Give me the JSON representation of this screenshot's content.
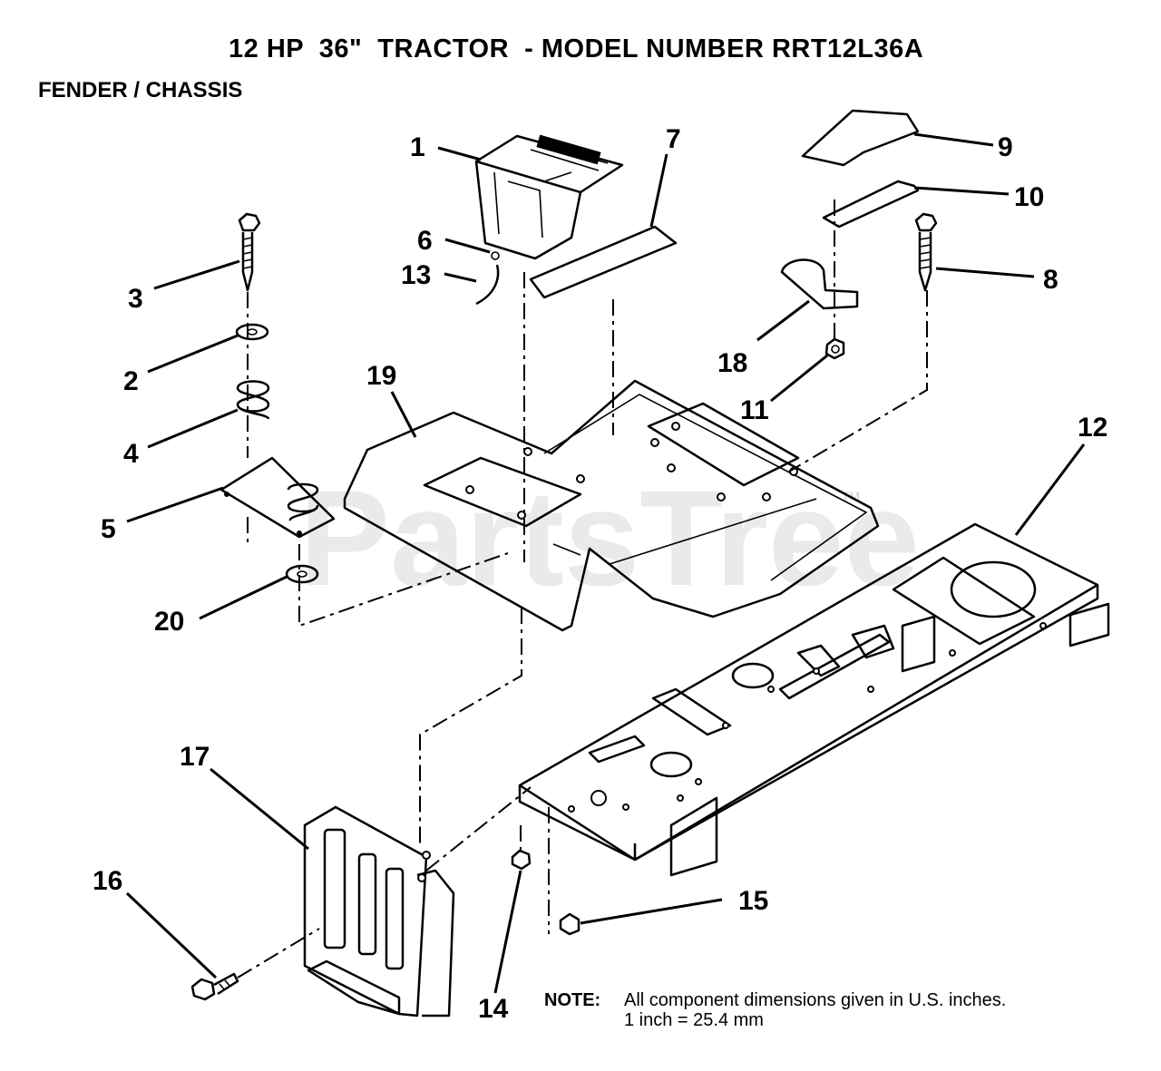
{
  "header": {
    "title": "12 HP  36\"  TRACTOR  - MODEL NUMBER RRT12L36A",
    "subtitle": "FENDER / CHASSIS"
  },
  "watermark": {
    "text": "PartsTree",
    "tm": "TM"
  },
  "callouts": {
    "c1": "1",
    "c2": "2",
    "c3": "3",
    "c4": "4",
    "c5": "5",
    "c6": "6",
    "c7": "7",
    "c8": "8",
    "c9": "9",
    "c10": "10",
    "c11": "11",
    "c12": "12",
    "c13": "13",
    "c14": "14",
    "c15": "15",
    "c16": "16",
    "c17": "17",
    "c18": "18",
    "c19": "19",
    "c20": "20"
  },
  "note": {
    "label": "NOTE:",
    "line1": "All component dimensions given in U.S. inches.",
    "line2": "1 inch = 25.4 mm"
  }
}
